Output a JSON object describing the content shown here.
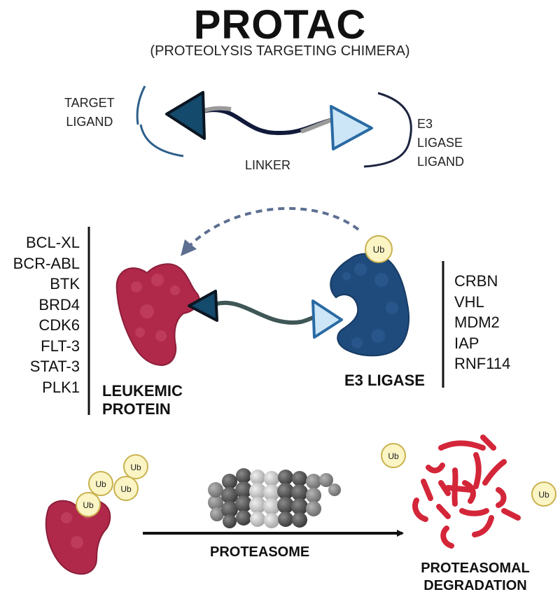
{
  "header": {
    "title": "PROTAC",
    "subtitle": "(PROTEOLYSIS TARGETING CHIMERA)"
  },
  "structure": {
    "target_ligand": [
      "TARGET",
      "LIGAND"
    ],
    "linker": "LINKER",
    "e3_ligand": [
      "E3",
      "LIGASE",
      "LIGAND"
    ]
  },
  "leukemic_targets": [
    "BCL-XL",
    "BCR-ABL",
    "BTK",
    "BRD4",
    "CDK6",
    "FLT-3",
    "STAT-3",
    "PLK1"
  ],
  "leukemic_protein_label": [
    "LEUKEMIC",
    "PROTEIN"
  ],
  "e3_ligase_label": "E3 LIGASE",
  "e3_ligases": [
    "CRBN",
    "VHL",
    "MDM2",
    "IAP",
    "RNF114"
  ],
  "ubiquitin_label": "Ub",
  "proteasome_label": "PROTEASOME",
  "degradation_label": [
    "PROTEASOMAL",
    "DEGRADATION"
  ],
  "colors": {
    "dark_blue": "#144a6b",
    "light_blue": "#cce6f7",
    "protein_red": "#b0294a",
    "e3_navy": "#1f4a7c",
    "ub_fill": "#fbf4c4",
    "ub_stroke": "#c9b24e",
    "fragment_red": "#d42639"
  }
}
